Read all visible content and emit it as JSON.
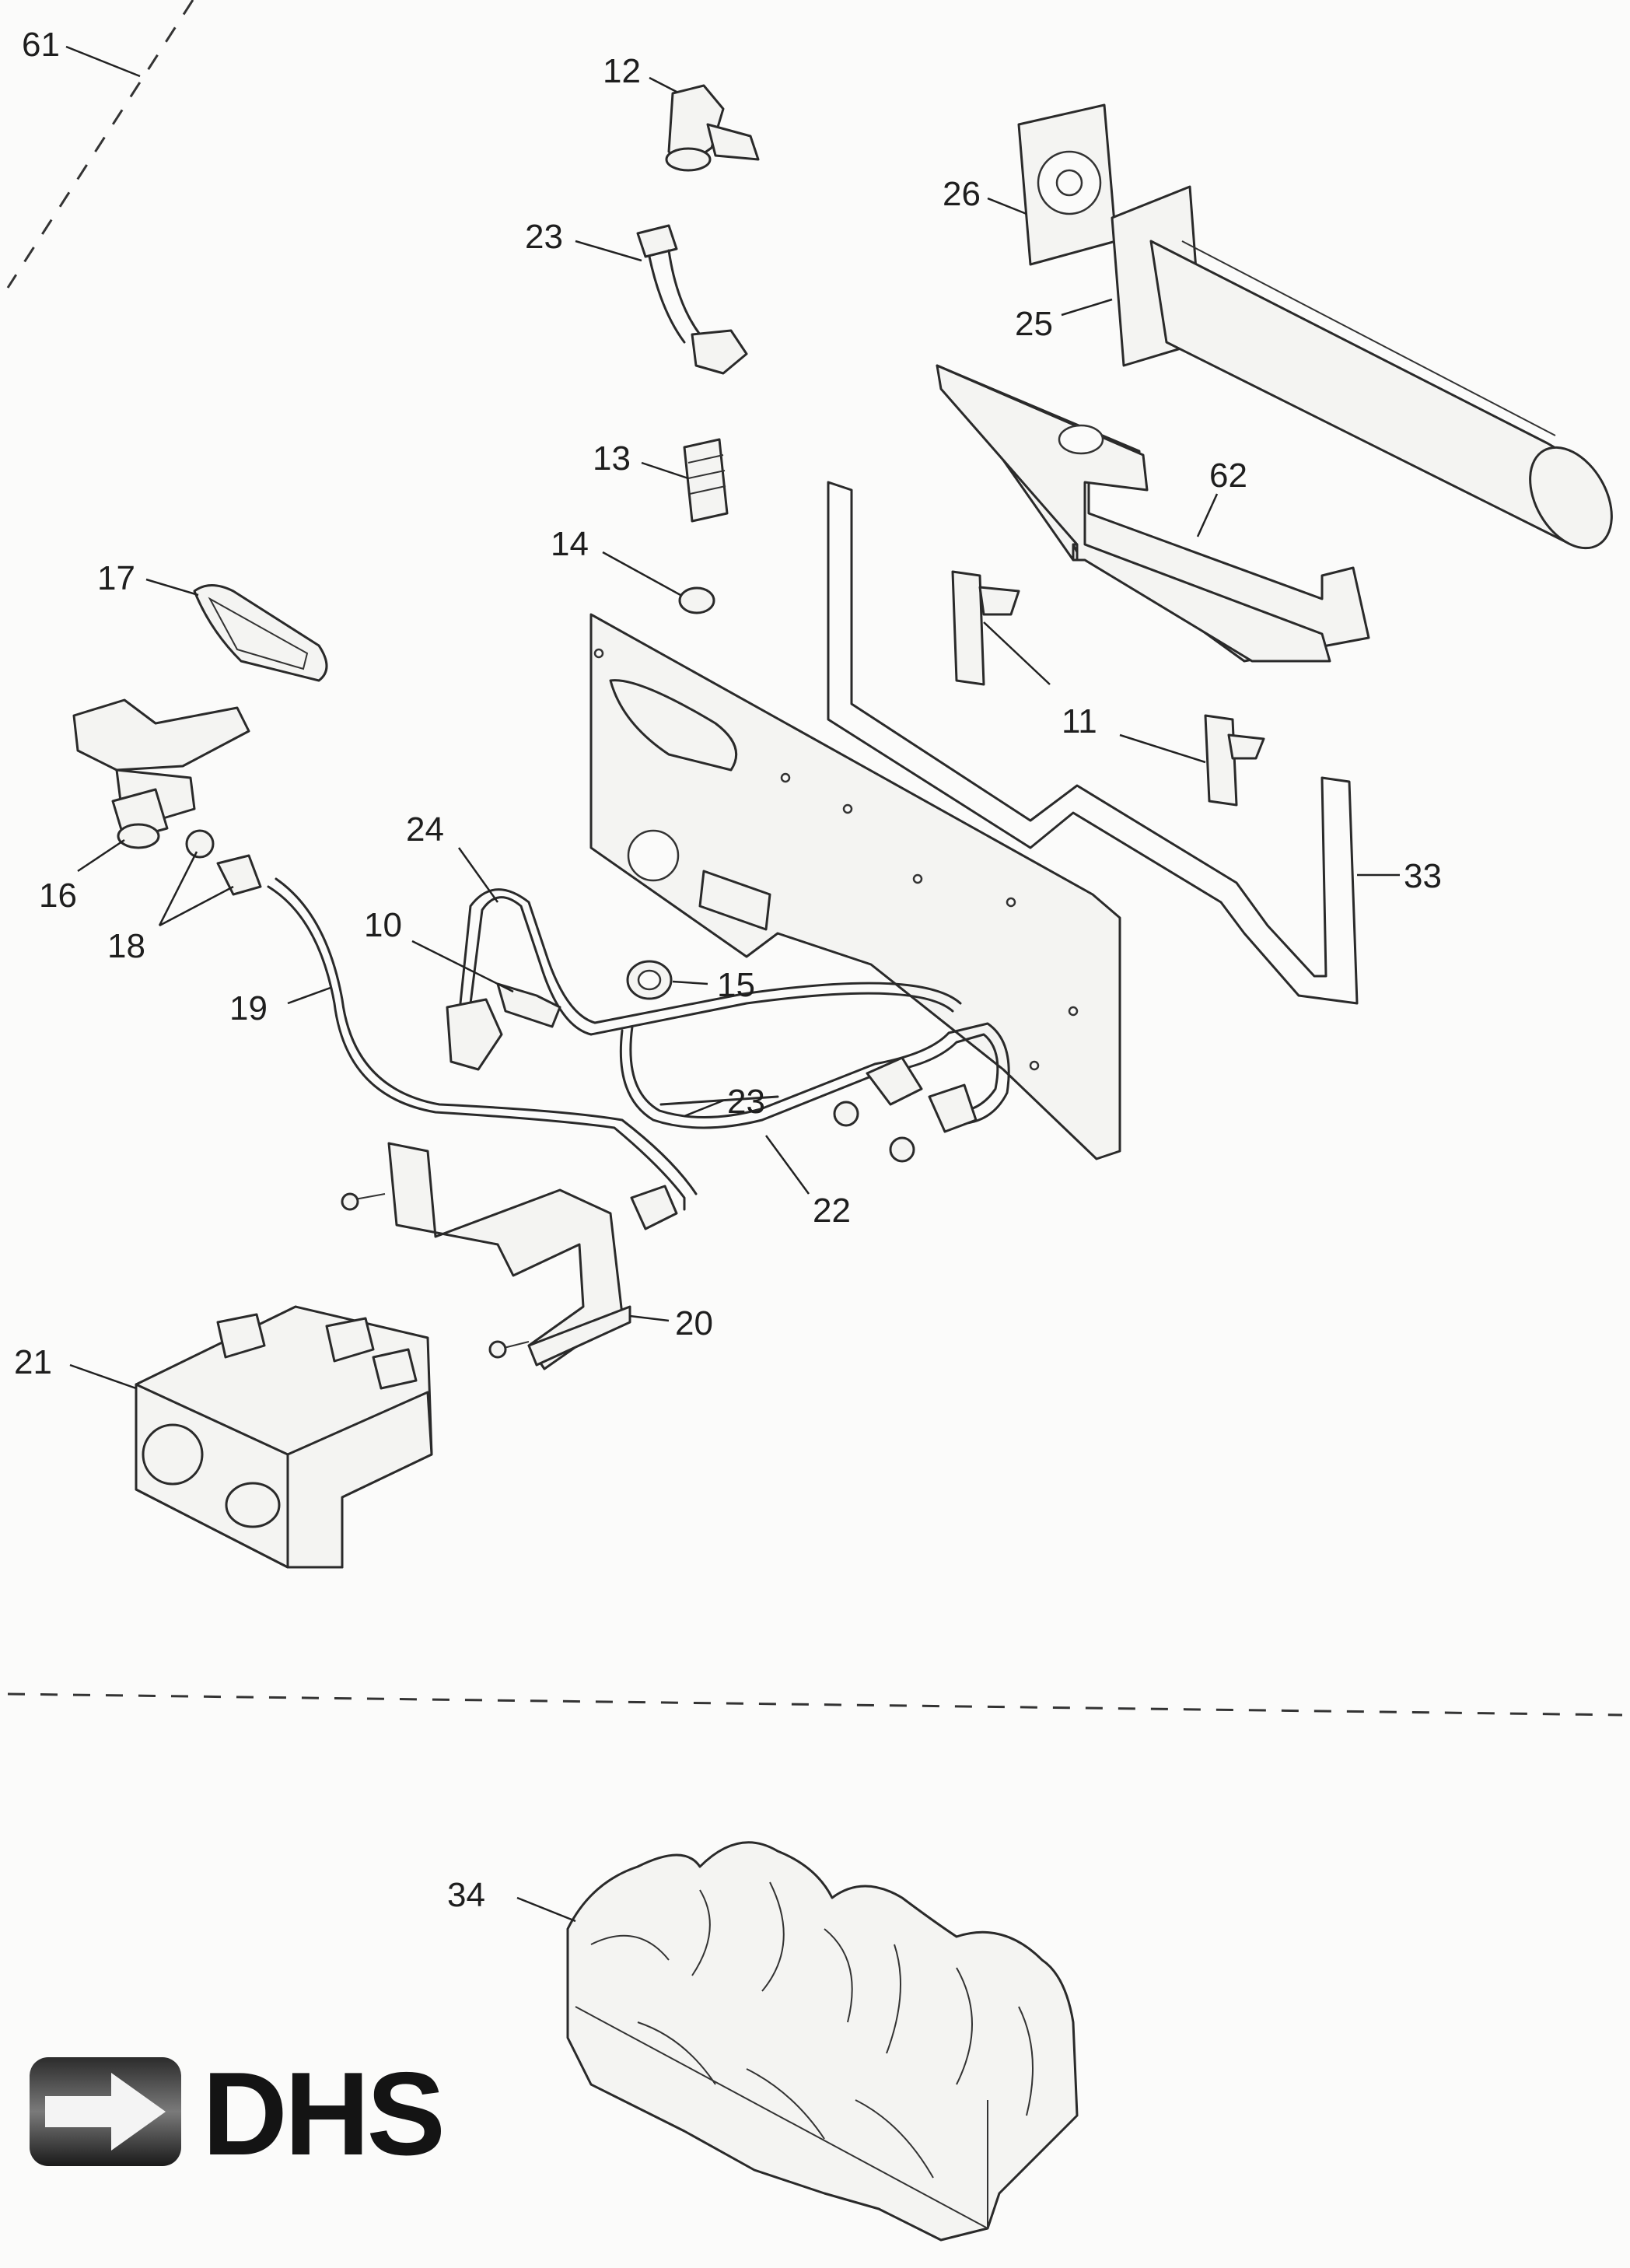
{
  "callouts": [
    {
      "id": "c61",
      "label": "61"
    },
    {
      "id": "c12",
      "label": "12"
    },
    {
      "id": "c26",
      "label": "26"
    },
    {
      "id": "c23a",
      "label": "23"
    },
    {
      "id": "c25",
      "label": "25"
    },
    {
      "id": "c13",
      "label": "13"
    },
    {
      "id": "c62",
      "label": "62"
    },
    {
      "id": "c14",
      "label": "14"
    },
    {
      "id": "c17",
      "label": "17"
    },
    {
      "id": "c11",
      "label": "11"
    },
    {
      "id": "c24",
      "label": "24"
    },
    {
      "id": "c33",
      "label": "33"
    },
    {
      "id": "c16",
      "label": "16"
    },
    {
      "id": "c10",
      "label": "10"
    },
    {
      "id": "c18",
      "label": "18"
    },
    {
      "id": "c15",
      "label": "15"
    },
    {
      "id": "c19",
      "label": "19"
    },
    {
      "id": "c23b",
      "label": "23"
    },
    {
      "id": "c22",
      "label": "22"
    },
    {
      "id": "c20",
      "label": "20"
    },
    {
      "id": "c21",
      "label": "21"
    },
    {
      "id": "c34",
      "label": "34"
    }
  ],
  "logo": {
    "text": "DHS"
  }
}
